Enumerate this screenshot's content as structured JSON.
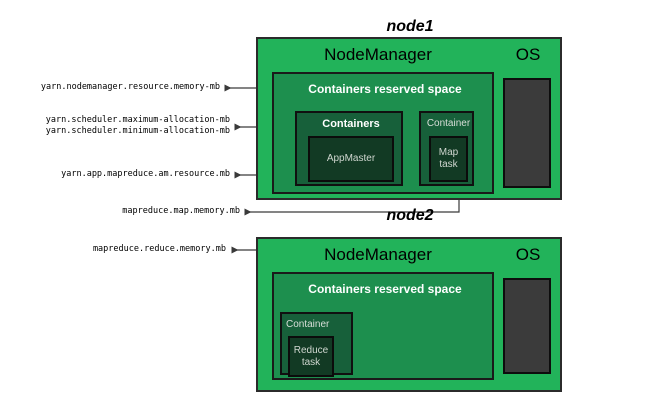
{
  "diagram": {
    "title_type": "hadoop-yarn-memory-configuration",
    "colors": {
      "node_green": "#22b35a",
      "reserved_green": "#1d8f4e",
      "containers_green": "#17603a",
      "task_green": "#123a24",
      "os_dark": "#3b3b3b",
      "stroke": "#1a1a1a",
      "label_text": "#000000",
      "inner_text": "#ffffff"
    },
    "nodes": [
      {
        "id": "node1",
        "title": "node1",
        "nodemanager_label": "NodeManager",
        "os_label": "OS",
        "reserved_label": "Containers reserved space",
        "groups": [
          {
            "id": "containers-group",
            "label": "Containers",
            "tasks": [
              {
                "id": "appmaster",
                "label": "AppMaster"
              }
            ]
          },
          {
            "id": "container-map",
            "label": "Container",
            "tasks": [
              {
                "id": "map-task",
                "label": "Map\ntask",
                "line1": "Map",
                "line2": "task"
              }
            ]
          }
        ]
      },
      {
        "id": "node2",
        "title": "node2",
        "nodemanager_label": "NodeManager",
        "os_label": "OS",
        "reserved_label": "Containers reserved space",
        "groups": [
          {
            "id": "container-reduce",
            "label": "Container",
            "tasks": [
              {
                "id": "reduce-task",
                "label": "Reduce\ntask",
                "line1": "Reduce",
                "line2": "task"
              }
            ]
          }
        ]
      }
    ],
    "annotations": [
      {
        "id": "nm-resource-memory",
        "lines": [
          "yarn.nodemanager.resource.memory-mb"
        ],
        "points_to": "node1-reserved-space"
      },
      {
        "id": "scheduler-allocation",
        "lines": [
          "yarn.scheduler.maximum-allocation-mb",
          "yarn.scheduler.minimum-allocation-mb"
        ],
        "points_to": "node1-containers-group"
      },
      {
        "id": "am-resource",
        "lines": [
          "yarn.app.mapreduce.am.resource.mb"
        ],
        "points_to": "node1-appmaster"
      },
      {
        "id": "map-memory",
        "lines": [
          "mapreduce.map.memory.mb"
        ],
        "points_to": "node1-map-task"
      },
      {
        "id": "reduce-memory",
        "lines": [
          "mapreduce.reduce.memory.mb"
        ],
        "points_to": "node2-reduce-task"
      }
    ]
  }
}
